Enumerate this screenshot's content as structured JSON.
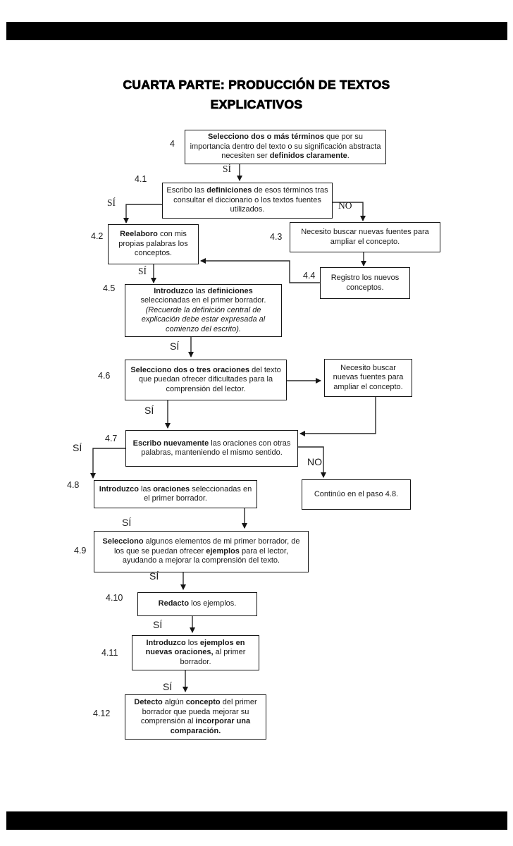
{
  "title": {
    "line1": "CUARTA PARTE: PRODUCCIÓN DE TEXTOS",
    "line2": "EXPLICATIVOS"
  },
  "colors": {
    "background": "#ffffff",
    "ink": "#1a1a1a",
    "box_border": "#151515",
    "border_bar": "#000000"
  },
  "nodes": [
    {
      "id": "4",
      "label": "4",
      "segments": [
        {
          "t": "Selecciono dos o más términos",
          "b": true
        },
        {
          "t": " que por su importancia dentro del texto o su significación abstracta necesiten ser ",
          "b": false
        },
        {
          "t": "definidos claramente",
          "b": true
        },
        {
          "t": ".",
          "b": false
        }
      ]
    },
    {
      "id": "4.1",
      "label": "4.1",
      "segments": [
        {
          "t": "Escribo las ",
          "b": false
        },
        {
          "t": "definiciones",
          "b": true
        },
        {
          "t": " de esos términos tras consultar el diccionario o los textos fuentes utilizados.",
          "b": false
        }
      ]
    },
    {
      "id": "4.2",
      "label": "4.2",
      "segments": [
        {
          "t": "Reelaboro",
          "b": true
        },
        {
          "t": " con mis propias palabras los conceptos.",
          "b": false
        }
      ]
    },
    {
      "id": "4.3",
      "label": "4.3",
      "segments": [
        {
          "t": "Necesito buscar nuevas fuentes para ampliar el concepto.",
          "b": false
        }
      ]
    },
    {
      "id": "4.4",
      "label": "4.4",
      "segments": [
        {
          "t": "Registro los nuevos conceptos.",
          "b": false
        }
      ]
    },
    {
      "id": "4.5",
      "label": "4.5",
      "segments": [
        {
          "t": "Introduzco",
          "b": true
        },
        {
          "t": " las ",
          "b": false
        },
        {
          "t": "definiciones",
          "b": true
        },
        {
          "t": " seleccionadas en el primer borrador. ",
          "b": false
        },
        {
          "t": "(Recuerde la definición central de explicación debe estar expresada al comienzo del escrito).",
          "b": false,
          "i": true
        }
      ]
    },
    {
      "id": "4.6",
      "label": "4.6",
      "segments": [
        {
          "t": "Selecciono dos o tres oraciones",
          "b": true
        },
        {
          "t": " del texto que puedan ofrecer dificultades para la comprensión del lector.",
          "b": false
        }
      ]
    },
    {
      "id": "fuentes2",
      "label": "",
      "segments": [
        {
          "t": "Necesito buscar nuevas fuentes para ampliar el concepto.",
          "b": false
        }
      ]
    },
    {
      "id": "4.7",
      "label": "4.7",
      "segments": [
        {
          "t": "Escribo nuevamente",
          "b": true
        },
        {
          "t": " las oraciones con otras palabras, manteniendo el mismo sentido.",
          "b": false
        }
      ]
    },
    {
      "id": "4.8",
      "label": "4.8",
      "segments": [
        {
          "t": "Introduzco",
          "b": true
        },
        {
          "t": " las ",
          "b": false
        },
        {
          "t": "oraciones",
          "b": true
        },
        {
          "t": " seleccionadas en el primer borrador.",
          "b": false
        }
      ]
    },
    {
      "id": "continuo",
      "label": "",
      "segments": [
        {
          "t": "Continúo en el paso 4.8.",
          "b": false
        }
      ]
    },
    {
      "id": "4.9",
      "label": "4.9",
      "segments": [
        {
          "t": "Selecciono",
          "b": true
        },
        {
          "t": " algunos elementos de mi primer borrador, de los que se puedan ofrecer ",
          "b": false
        },
        {
          "t": "ejemplos",
          "b": true
        },
        {
          "t": " para el lector, ayudando a mejorar la comprensión del texto.",
          "b": false
        }
      ]
    },
    {
      "id": "4.10",
      "label": "4.10",
      "segments": [
        {
          "t": "Redacto",
          "b": true
        },
        {
          "t": " los ejemplos.",
          "b": false
        }
      ]
    },
    {
      "id": "4.11",
      "label": "4.11",
      "segments": [
        {
          "t": "Introduzco",
          "b": true
        },
        {
          "t": " los ",
          "b": false
        },
        {
          "t": "ejemplos en nuevas oraciones,",
          "b": true
        },
        {
          "t": " al primer borrador.",
          "b": false
        }
      ]
    },
    {
      "id": "4.12",
      "label": "4.12",
      "segments": [
        {
          "t": "Detecto",
          "b": true
        },
        {
          "t": " algún ",
          "b": false
        },
        {
          "t": "concepto",
          "b": true
        },
        {
          "t": " del primer borrador que pueda mejorar su comprensión al ",
          "b": false
        },
        {
          "t": "incorporar una comparación.",
          "b": true
        }
      ]
    }
  ],
  "edge_labels": [
    {
      "id": "si-4",
      "text": "SÍ"
    },
    {
      "id": "si-4-1",
      "text": "SÍ"
    },
    {
      "id": "no-4-1",
      "text": "NO"
    },
    {
      "id": "si-4-2",
      "text": "SÍ"
    },
    {
      "id": "si-4-5",
      "text": "SÍ"
    },
    {
      "id": "si-4-6",
      "text": "SÍ"
    },
    {
      "id": "si-4-7",
      "text": "SÍ"
    },
    {
      "id": "no-4-7",
      "text": "NO"
    },
    {
      "id": "si-4-8",
      "text": "SÍ"
    },
    {
      "id": "si-4-9",
      "text": "SÍ"
    },
    {
      "id": "si-4-10",
      "text": "SÍ"
    },
    {
      "id": "si-4-11",
      "text": "SÍ"
    }
  ]
}
